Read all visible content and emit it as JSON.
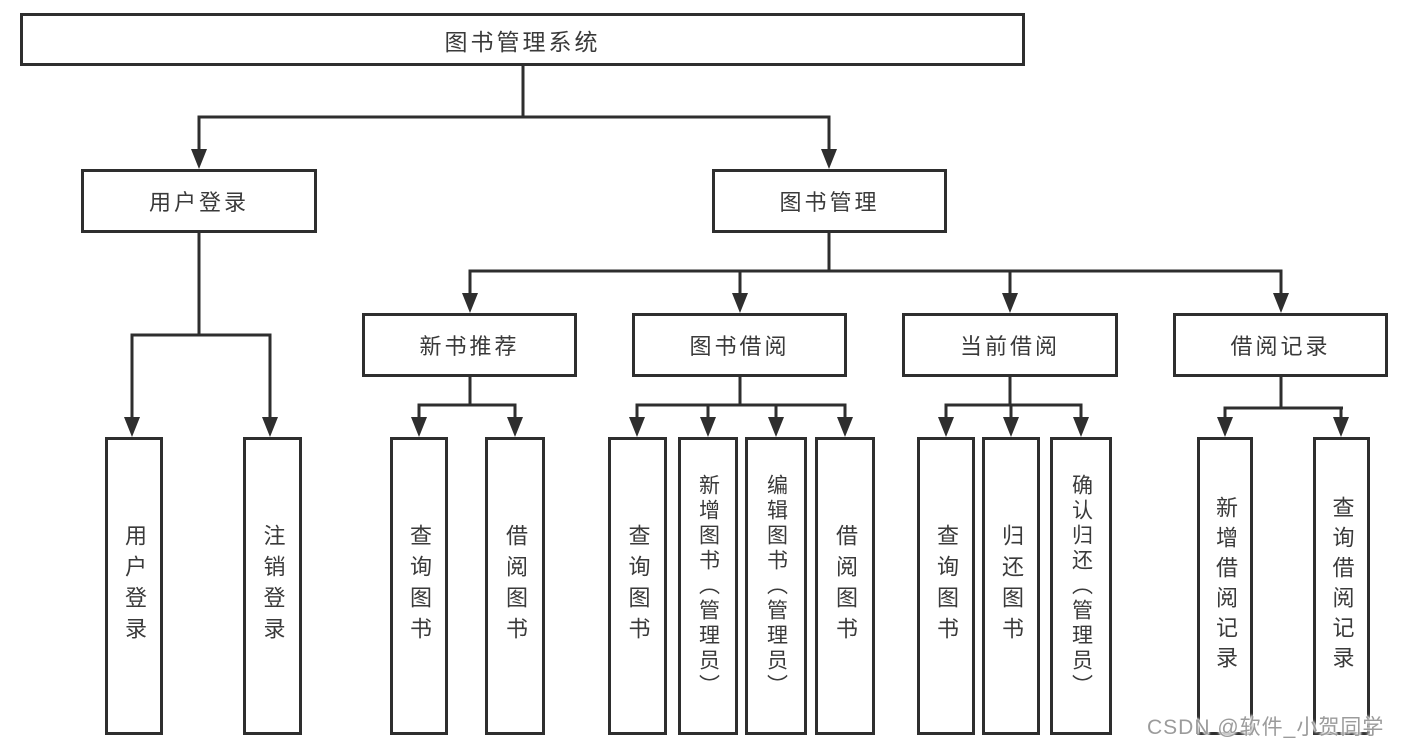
{
  "diagram": {
    "title": "图书管理系统",
    "root": {
      "id": "library-management-system",
      "label": "图书管理系统"
    },
    "level2": [
      {
        "id": "user-login",
        "label": "用户登录",
        "parent": "library-management-system"
      },
      {
        "id": "book-management",
        "label": "图书管理",
        "parent": "library-management-system"
      }
    ],
    "level3": [
      {
        "id": "new-book-recommend",
        "label": "新书推荐",
        "parent": "book-management"
      },
      {
        "id": "book-borrowing",
        "label": "图书借阅",
        "parent": "book-management"
      },
      {
        "id": "current-borrowing",
        "label": "当前借阅",
        "parent": "book-management"
      },
      {
        "id": "borrowing-records",
        "label": "借阅记录",
        "parent": "book-management"
      }
    ],
    "leaves": [
      {
        "id": "leaf-user-login",
        "label": "用户登录",
        "parent": "user-login"
      },
      {
        "id": "leaf-logout",
        "label": "注销登录",
        "parent": "user-login"
      },
      {
        "id": "leaf-rec-query-books",
        "label": "查询图书",
        "parent": "new-book-recommend"
      },
      {
        "id": "leaf-rec-borrow-books",
        "label": "借阅图书",
        "parent": "new-book-recommend"
      },
      {
        "id": "leaf-bb-query-books",
        "label": "查询图书",
        "parent": "book-borrowing"
      },
      {
        "id": "leaf-bb-add-books",
        "label": "新增图书（管理员）",
        "parent": "book-borrowing"
      },
      {
        "id": "leaf-bb-edit-books",
        "label": "编辑图书（管理员）",
        "parent": "book-borrowing"
      },
      {
        "id": "leaf-bb-borrow-books",
        "label": "借阅图书",
        "parent": "book-borrowing"
      },
      {
        "id": "leaf-cb-query-books",
        "label": "查询图书",
        "parent": "current-borrowing"
      },
      {
        "id": "leaf-cb-return-books",
        "label": "归还图书",
        "parent": "current-borrowing"
      },
      {
        "id": "leaf-cb-confirm-return",
        "label": "确认归还（管理员）",
        "parent": "current-borrowing"
      },
      {
        "id": "leaf-br-add-record",
        "label": "新增借阅记录",
        "parent": "borrowing-records"
      },
      {
        "id": "leaf-br-query-record",
        "label": "查询借阅记录",
        "parent": "borrowing-records"
      }
    ]
  },
  "watermark": {
    "text": "CSDN @软件_小贺同学",
    "color": "#9b9b9b"
  },
  "colors": {
    "line": "#2e2e2e",
    "box_border": "#2e2e2e",
    "box_fill": "#ffffff",
    "text": "#3a3a3a",
    "background": "#ffffff"
  }
}
